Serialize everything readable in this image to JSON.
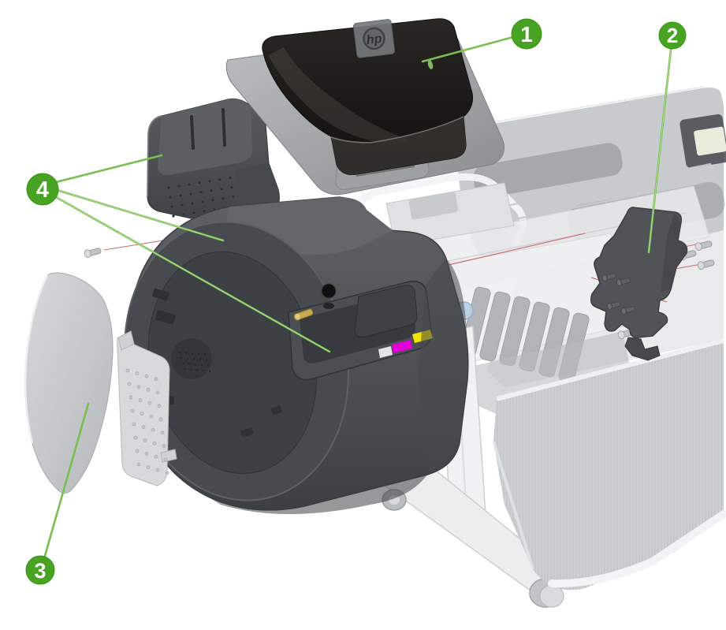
{
  "diagram": {
    "type": "exploded-parts-diagram",
    "callouts": [
      {
        "label": "1",
        "points_to": "top-cover-assembly"
      },
      {
        "label": "2",
        "points_to": "right-mount-bracket"
      },
      {
        "label": "3",
        "points_to": "left-end-cover"
      },
      {
        "label": "4",
        "points_to": "left-cover-assembly"
      }
    ],
    "logo": {
      "text": "hp"
    },
    "ink_labels": [
      {
        "name": "magenta",
        "color": "#E100D8"
      },
      {
        "name": "yellow",
        "color": "#F2E300"
      }
    ],
    "colors": {
      "callout_badge": "#48A322",
      "callout_line": "#79BE50",
      "guide_line": "#C9524E",
      "cover_dark": "#23201E",
      "housing_gray": "#54585C",
      "ghost_gray": "#C9CCCE",
      "panel_light": "#C7CACD"
    }
  }
}
